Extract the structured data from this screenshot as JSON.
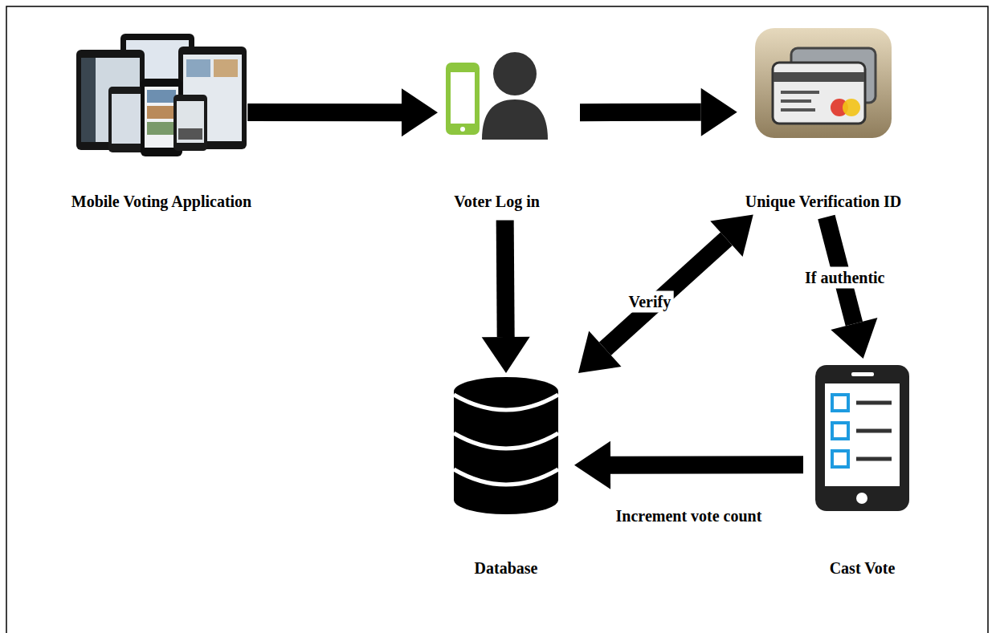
{
  "diagram": {
    "nodes": [
      {
        "text": [
          "Mobile Voting Application"
        ]
      },
      {
        "text": [
          "Voter Log in"
        ]
      },
      {
        "text": [
          "Unique Verification ID"
        ]
      },
      {
        "text": [
          "Database"
        ]
      },
      {
        "text": [
          "Cast Vote"
        ]
      }
    ],
    "edges": [
      {
        "from": 0,
        "to": 1,
        "arrow": "to"
      },
      {
        "from": 1,
        "to": 2,
        "arrow": "to"
      },
      {
        "from": 1,
        "to": 3,
        "arrow": "to"
      },
      {
        "from": 3,
        "to": 2,
        "label": "Verify",
        "arrow": "both"
      },
      {
        "from": 2,
        "to": 4,
        "label": "If authentic",
        "arrow": "to"
      },
      {
        "from": 4,
        "to": 3,
        "label": "Increment vote count",
        "arrow": "to"
      }
    ]
  }
}
